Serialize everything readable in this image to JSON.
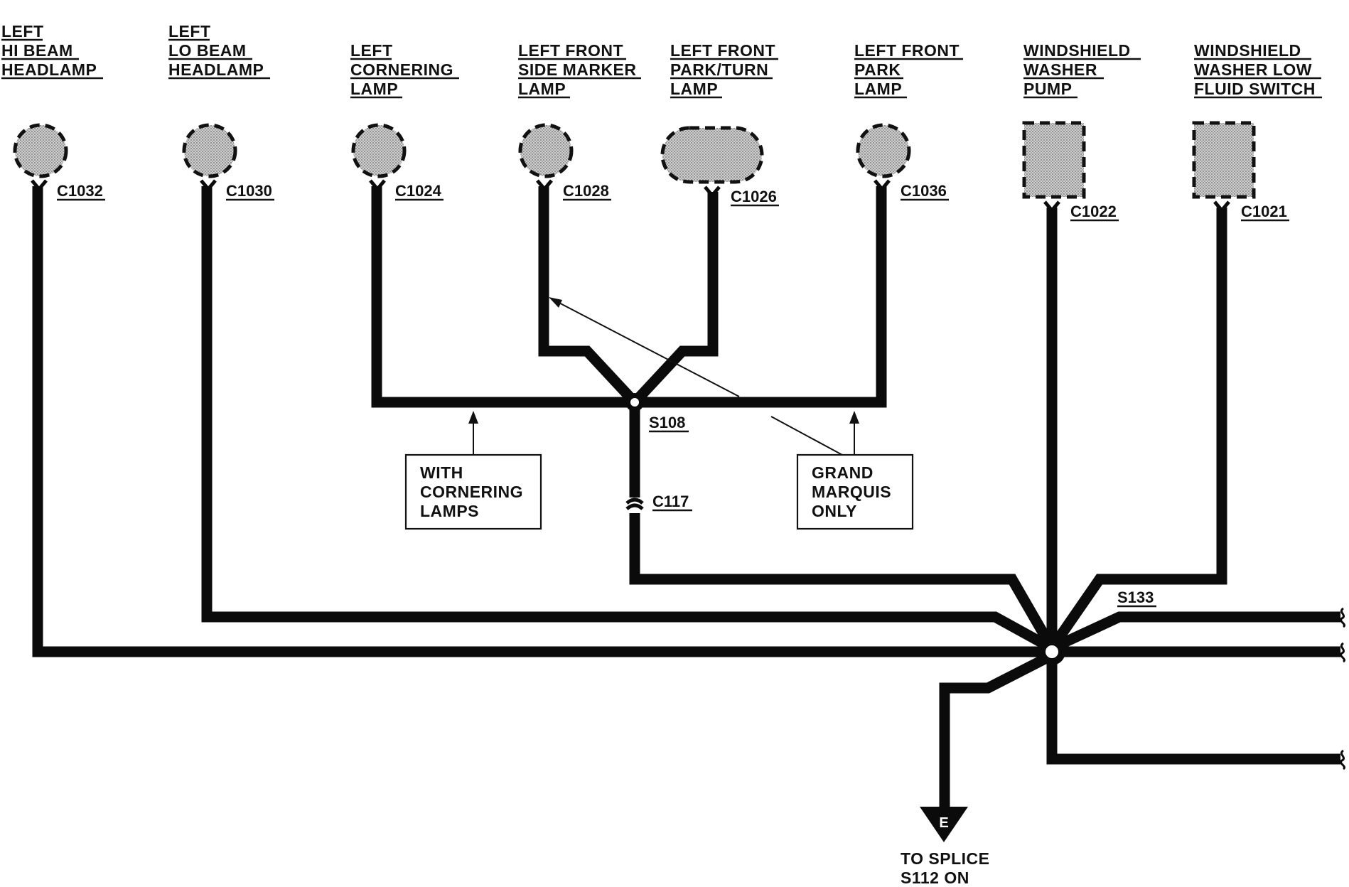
{
  "components": [
    {
      "id": "hi-beam",
      "lines": [
        "LEFT",
        "HI BEAM",
        "HEADLAMP"
      ],
      "connector": "C1032"
    },
    {
      "id": "lo-beam",
      "lines": [
        "LEFT",
        "LO BEAM",
        "HEADLAMP"
      ],
      "connector": "C1030"
    },
    {
      "id": "cornering",
      "lines": [
        "LEFT",
        "CORNERING",
        "LAMP"
      ],
      "connector": "C1024"
    },
    {
      "id": "side-marker",
      "lines": [
        "LEFT FRONT",
        "SIDE MARKER",
        "LAMP"
      ],
      "connector": "C1028"
    },
    {
      "id": "park-turn",
      "lines": [
        "LEFT FRONT",
        "PARK/TURN",
        "LAMP"
      ],
      "connector": "C1026"
    },
    {
      "id": "park",
      "lines": [
        "LEFT FRONT",
        "PARK",
        "LAMP"
      ],
      "connector": "C1036"
    },
    {
      "id": "washer-pump",
      "lines": [
        "WINDSHIELD",
        "WASHER",
        "PUMP"
      ],
      "connector": "C1022"
    },
    {
      "id": "low-fluid",
      "lines": [
        "WINDSHIELD",
        "WASHER LOW",
        "FLUID SWITCH"
      ],
      "connector": "C1021"
    }
  ],
  "splices": {
    "s108": "S108",
    "s133": "S133"
  },
  "inline_connector": "C117",
  "notes": {
    "cornering": [
      "WITH",
      "CORNERING",
      "LAMPS"
    ],
    "grand_marquis": [
      "GRAND",
      "MARQUIS",
      "ONLY"
    ]
  },
  "ground": {
    "symbol": "E",
    "lines": [
      "TO SPLICE",
      "S112 ON"
    ]
  }
}
